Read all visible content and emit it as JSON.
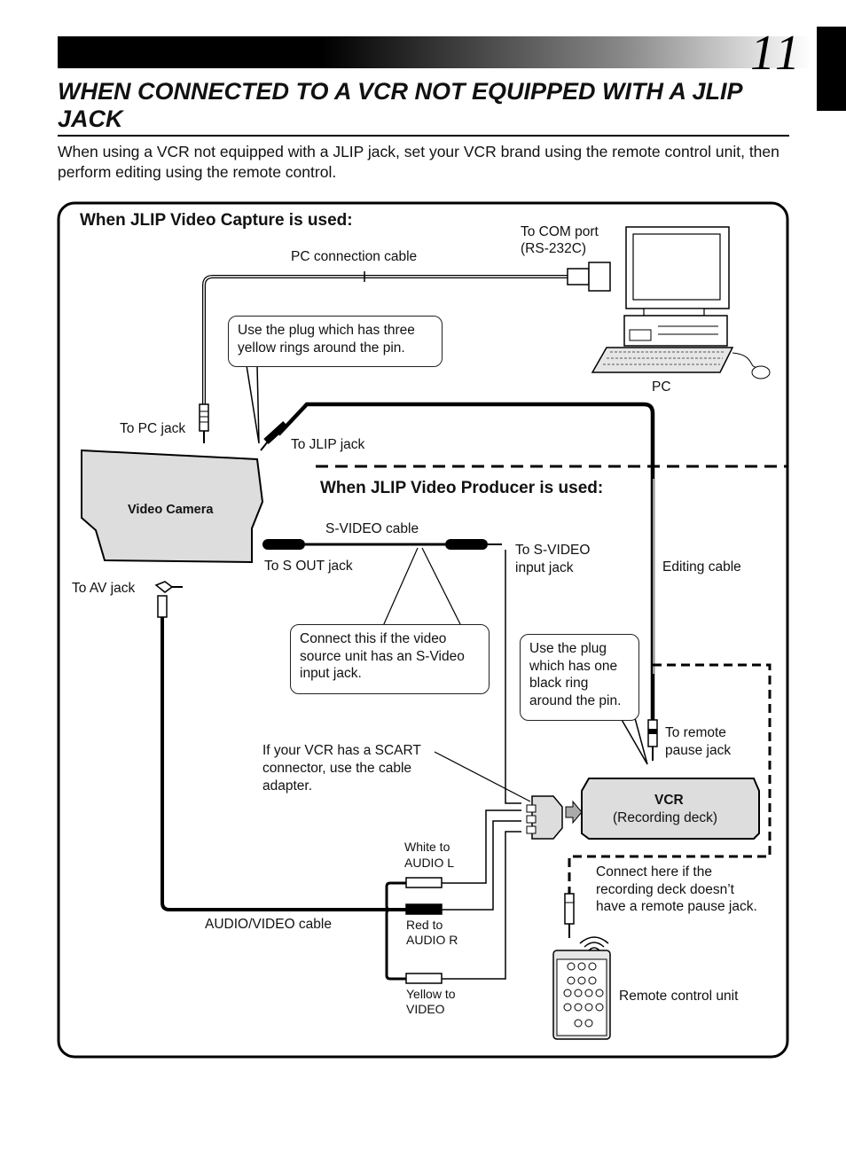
{
  "header": {
    "page_number": "11"
  },
  "title": "WHEN CONNECTED TO A VCR NOT EQUIPPED WITH A JLIP JACK",
  "intro": "When using a VCR not equipped with a JLIP jack, set your VCR brand using the remote control unit, then perform editing using the remote control.",
  "sections": {
    "capture_heading": "When JLIP Video Capture is used:",
    "producer_heading": "When JLIP Video Producer is used:"
  },
  "labels": {
    "to_com_port_1": "To COM port",
    "to_com_port_2": "(RS-232C)",
    "pc_cable": "PC connection cable",
    "pc": "PC",
    "to_pc_jack": "To PC jack",
    "to_jlip_jack": "To JLIP jack",
    "video_camera": "Video Camera",
    "svideo_cable": "S-VIDEO cable",
    "to_sout_jack": "To S OUT jack",
    "to_svideo_input_1": "To S-VIDEO",
    "to_svideo_input_2": "input jack",
    "editing_cable": "Editing cable",
    "to_av_jack": "To AV jack",
    "to_remote_pause_1": "To remote",
    "to_remote_pause_2": "pause jack",
    "scart_1": "If your VCR has a SCART",
    "scart_2": "connector, use the cable",
    "scart_3": "adapter.",
    "vcr": "VCR",
    "recording_deck": "(Recording deck)",
    "white_1": "White to",
    "white_2": "AUDIO L",
    "red_1": "Red to",
    "red_2": "AUDIO R",
    "yellow_1": "Yellow to",
    "yellow_2": "VIDEO",
    "av_cable": "AUDIO/VIDEO cable",
    "connect_here_1": "Connect here if the",
    "connect_here_2": "recording deck doesn’t",
    "connect_here_3": "have a remote pause jack.",
    "remote_unit": "Remote control unit"
  },
  "bubbles": {
    "three_rings_1": "Use the plug which has three",
    "three_rings_2": "yellow rings around the pin.",
    "svideo_note_1": "Connect this if the video",
    "svideo_note_2": "source unit has an S-Video",
    "svideo_note_3": "input jack.",
    "one_ring_1": "Use the plug",
    "one_ring_2": "which has one",
    "one_ring_3": "black ring",
    "one_ring_4": "around the pin."
  }
}
